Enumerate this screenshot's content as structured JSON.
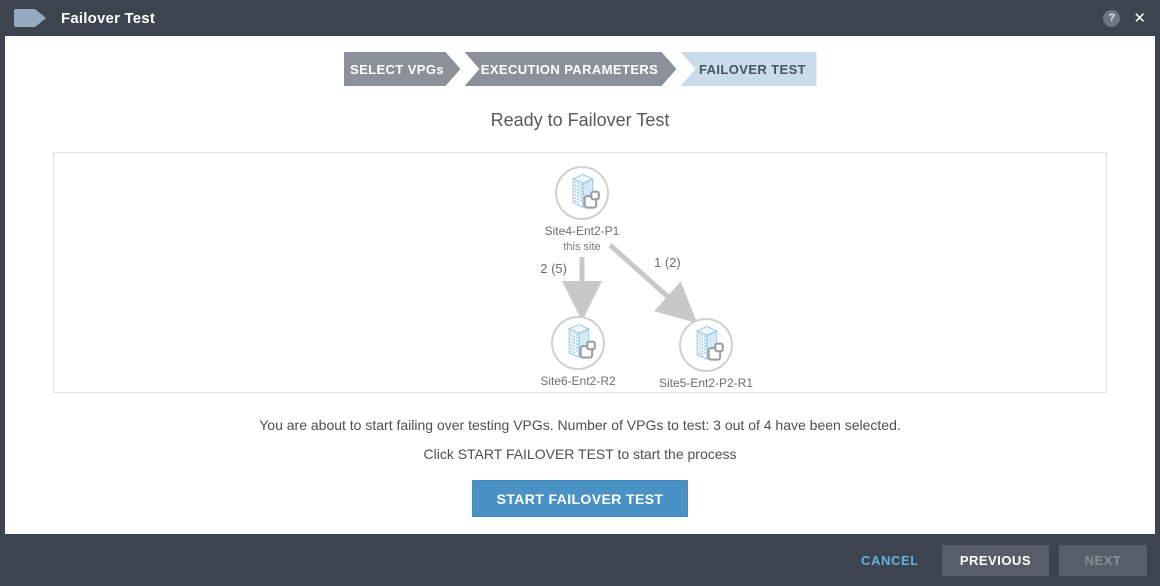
{
  "titlebar": {
    "title": "Failover Test",
    "help_glyph": "?",
    "close_glyph": "✕"
  },
  "steps": [
    {
      "label": "SELECT VPGs"
    },
    {
      "label": "EXECUTION PARAMETERS"
    },
    {
      "label": "FAILOVER TEST"
    }
  ],
  "heading": "Ready to Failover Test",
  "diagram": {
    "source": {
      "name": "Site4-Ent2-P1",
      "note": "this site"
    },
    "targets": [
      {
        "name": "Site6-Ent2-R2",
        "edge_label": "2 (5)"
      },
      {
        "name": "Site5-Ent2-P2-R1",
        "edge_label": "1 (2)"
      }
    ]
  },
  "messages": {
    "line1": "You are about to start failing over testing VPGs. Number of VPGs to test: 3 out of 4 have been selected.",
    "line2": "Click START FAILOVER TEST to start the process"
  },
  "actions": {
    "start": "START FAILOVER TEST"
  },
  "footer": {
    "cancel": "CANCEL",
    "previous": "PREVIOUS",
    "next": "NEXT"
  },
  "colors": {
    "header_bg": "#3c4450",
    "accent_blue": "#4a92c4",
    "step_bg": "#8b9198",
    "step_active_bg": "#c9dcea",
    "arrow_gray": "#c8c8c8",
    "cancel_link": "#68b0d6",
    "site_icon_blue": "#9ecdea"
  }
}
